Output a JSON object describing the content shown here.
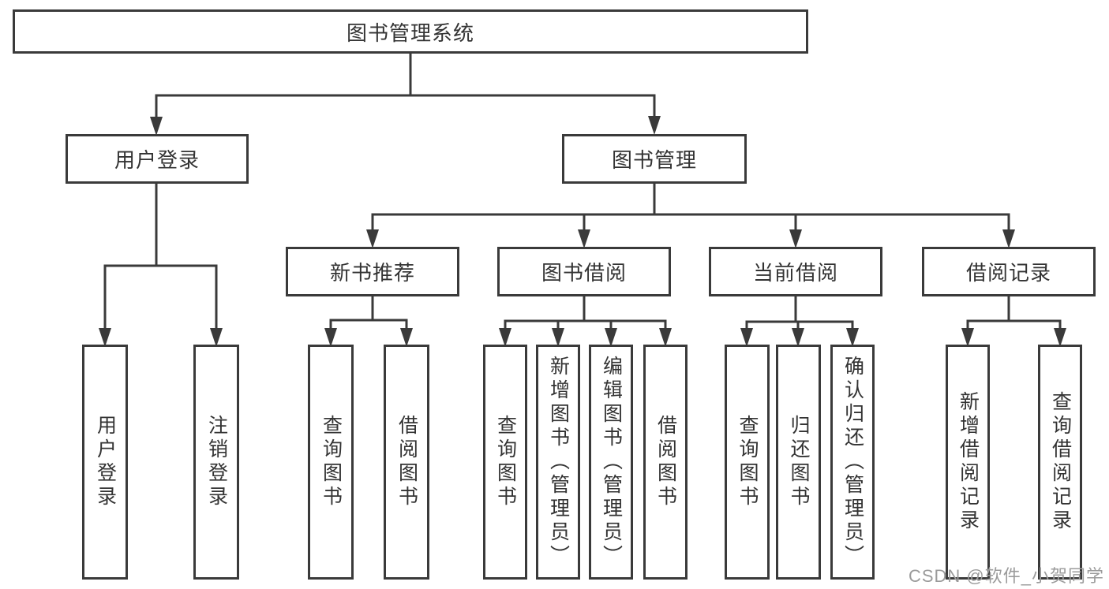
{
  "diagram": {
    "type": "hierarchy-tree",
    "title": "图书管理系统",
    "root": {
      "label": "图书管理系统",
      "children": [
        {
          "label": "用户登录",
          "children": [
            {
              "label": "用户登录"
            },
            {
              "label": "注销登录"
            }
          ]
        },
        {
          "label": "图书管理",
          "children": [
            {
              "label": "新书推荐",
              "children": [
                {
                  "label": "查询图书"
                },
                {
                  "label": "借阅图书"
                }
              ]
            },
            {
              "label": "图书借阅",
              "children": [
                {
                  "label": "查询图书"
                },
                {
                  "label": "新增图书（管理员）"
                },
                {
                  "label": "编辑图书（管理员）"
                },
                {
                  "label": "借阅图书"
                }
              ]
            },
            {
              "label": "当前借阅",
              "children": [
                {
                  "label": "查询图书"
                },
                {
                  "label": "归还图书"
                },
                {
                  "label": "确认归还（管理员）"
                }
              ]
            },
            {
              "label": "借阅记录",
              "children": [
                {
                  "label": "新增借阅记录"
                },
                {
                  "label": "查询借阅记录"
                }
              ]
            }
          ]
        }
      ]
    },
    "colors": {
      "line": "#3a3a3a",
      "box_border": "#3a3a3a",
      "box_fill": "#ffffff",
      "text": "#333333",
      "watermark": "#9b9b9b",
      "background": "#ffffff"
    }
  },
  "watermark": {
    "text": "CSDN @软件_小贺同学"
  }
}
